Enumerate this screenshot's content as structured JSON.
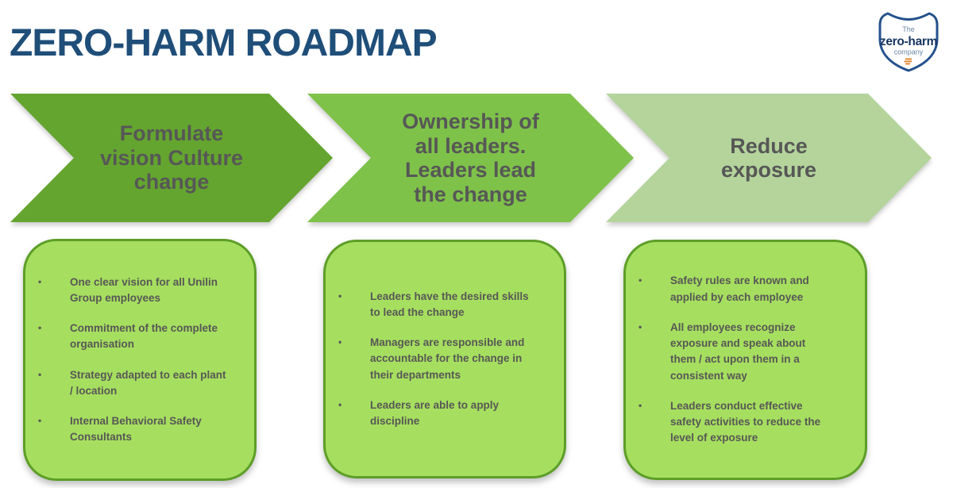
{
  "header": {
    "title": "ZERO-HARM ROADMAP",
    "title_color": "#1f4e79"
  },
  "logo": {
    "top_word": "The",
    "name": "zero-harm",
    "bottom_word": "company",
    "shield_color": "#24518c",
    "name_color": "#16355f",
    "small_text_color": "#6b84a8",
    "accent_color": "#e0872e"
  },
  "arrows": [
    {
      "label": "Formulate\nvision Culture\nchange",
      "color": "#64a52f"
    },
    {
      "label": "Ownership of\nall leaders.\nLeaders lead\nthe change",
      "color": "#7ec24a"
    },
    {
      "label": "Reduce\nexposure",
      "color": "#b4d49c"
    }
  ],
  "arrow_text_color": "#575756",
  "box_style": {
    "fill": "#a6df5f",
    "border": "#5d9e28",
    "text_color": "#575756"
  },
  "boxes": [
    {
      "bullets": [
        "One clear vision for all Unilin\nGroup employees",
        "Commitment of the complete\norganisation",
        "Strategy adapted to each plant\n/ location",
        "Internal Behavioral Safety\nConsultants"
      ]
    },
    {
      "bullets": [
        "Leaders have the desired skills\nto lead the change",
        "Managers are responsible and\naccountable for the change in\ntheir departments",
        "Leaders are able to apply\ndiscipline"
      ]
    },
    {
      "bullets": [
        "Safety rules are known and\napplied by each employee",
        "All employees recognize\nexposure and speak about\nthem / act upon them in a\nconsistent way",
        "Leaders conduct effective\nsafety activities to reduce the\nlevel of exposure"
      ]
    }
  ]
}
